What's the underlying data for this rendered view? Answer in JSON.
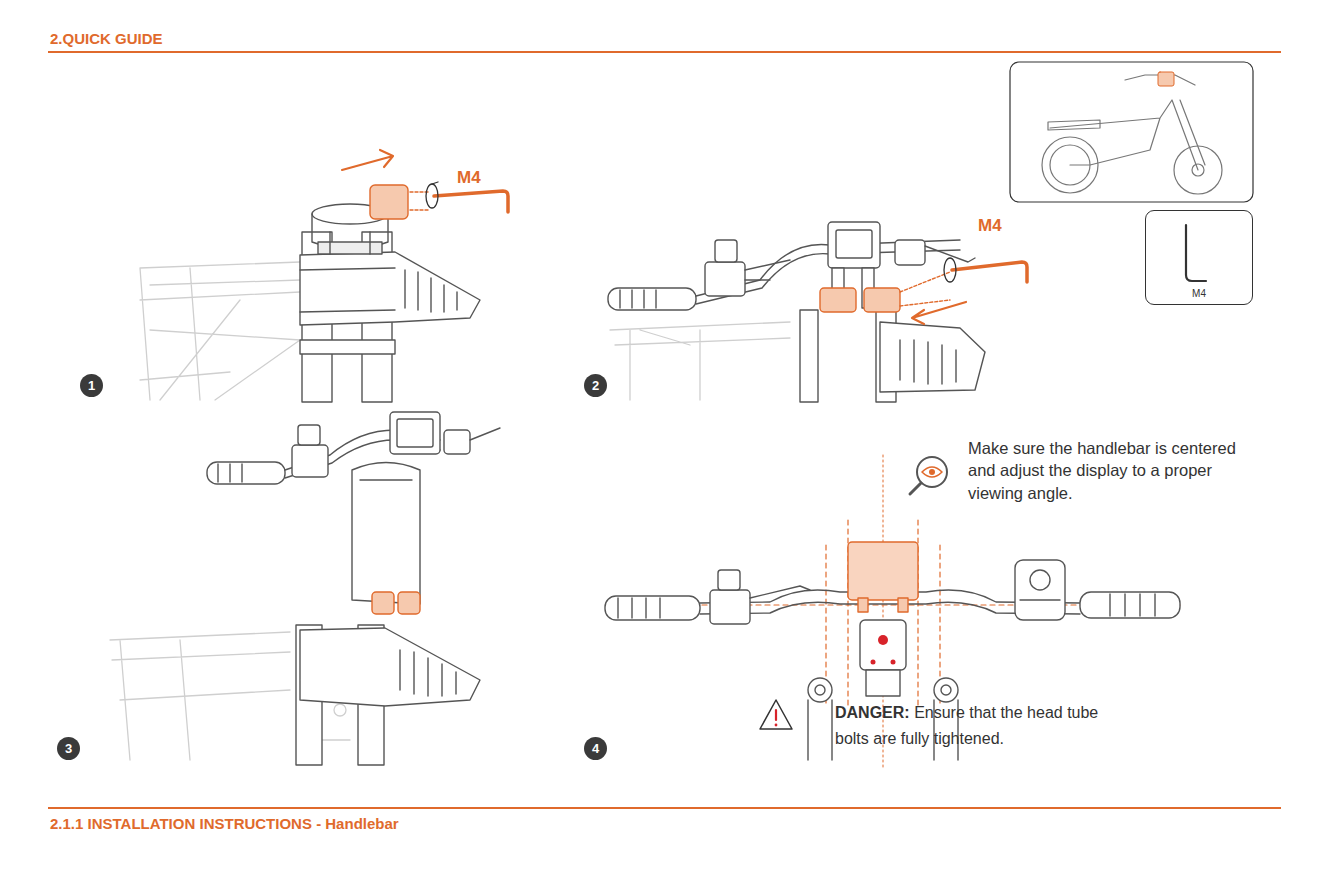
{
  "diagram": {
    "title": "2.QUICK GUIDE",
    "caption": "2.1.1 INSTALLATION INSTRUCTIONS - Handlebar",
    "nodes": [
      {
        "text": [
          "M4"
        ]
      },
      {
        "text": [
          "1"
        ]
      },
      {
        "text": [
          "2"
        ]
      },
      {
        "text": [
          "3"
        ]
      },
      {
        "text": [
          "4"
        ]
      }
    ],
    "labels": [
      "M4",
      "M4",
      "Make sure the handlebar is centered and adjust the display to a proper viewing angle.",
      "DANGER:",
      "Ensure that the head tube bolts are fully tightened."
    ]
  }
}
